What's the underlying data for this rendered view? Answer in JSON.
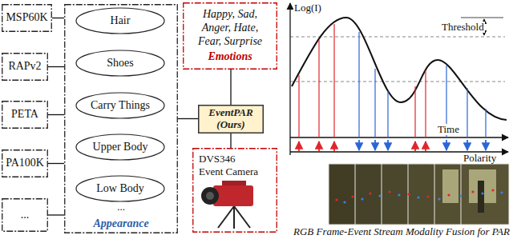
{
  "diagram": {
    "caption": "RGB Frame-Event Stream Modality Fusion for PAR",
    "nodes": [
      {
        "text": [
          "MSP60K"
        ]
      },
      {
        "text": [
          "RAPv2"
        ]
      },
      {
        "text": [
          "PETA"
        ]
      },
      {
        "text": [
          "PA100K"
        ]
      },
      {
        "text": [
          "..."
        ]
      },
      {
        "text": [
          "Appearance"
        ]
      },
      {
        "text": [
          "Hair"
        ],
        "in": 5
      },
      {
        "text": [
          "Shoes"
        ],
        "in": 5
      },
      {
        "text": [
          "Carry Things"
        ],
        "in": 5
      },
      {
        "text": [
          "Upper Body"
        ],
        "in": 5
      },
      {
        "text": [
          "Low Body"
        ],
        "in": 5
      },
      {
        "text": [
          "Happy, Sad, Anger, Hate, Fear, Surprise",
          "Emotions"
        ]
      },
      {
        "text": [
          "EventPAR (Ours)"
        ]
      },
      {
        "text": [
          "DVS346 Event Camera"
        ]
      }
    ],
    "edges": [
      {
        "from": 0,
        "to": 5,
        "arrow": "none"
      },
      {
        "from": 1,
        "to": 5,
        "arrow": "none"
      },
      {
        "from": 2,
        "to": 5,
        "arrow": "none"
      },
      {
        "from": 3,
        "to": 5,
        "arrow": "none"
      },
      {
        "from": 4,
        "to": 5,
        "arrow": "none"
      },
      {
        "from": 5,
        "to": 12,
        "arrow": "none"
      },
      {
        "from": 12,
        "to": 11,
        "arrow": "none"
      },
      {
        "from": 12,
        "to": 13,
        "arrow": "none"
      }
    ],
    "labels": [
      "...",
      "Log(I)",
      "Threshold",
      "Time",
      "Polarity"
    ]
  }
}
